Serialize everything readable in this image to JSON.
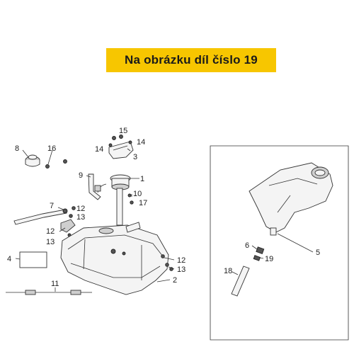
{
  "banner": {
    "text": "Na obrázku díl číslo 19",
    "color": "#f7c600"
  },
  "callouts": [
    {
      "id": "c15a",
      "text": "15"
    },
    {
      "id": "c14a",
      "text": "14"
    },
    {
      "id": "c14b",
      "text": "14"
    },
    {
      "id": "c3",
      "text": "3"
    },
    {
      "id": "c8",
      "text": "8"
    },
    {
      "id": "c16",
      "text": "16"
    },
    {
      "id": "c9",
      "text": "9"
    },
    {
      "id": "c1",
      "text": "1"
    },
    {
      "id": "c10",
      "text": "10"
    },
    {
      "id": "c17",
      "text": "17"
    },
    {
      "id": "c7",
      "text": "7"
    },
    {
      "id": "c12a",
      "text": "12"
    },
    {
      "id": "c13a",
      "text": "13"
    },
    {
      "id": "c12b",
      "text": "12"
    },
    {
      "id": "c13b",
      "text": "13"
    },
    {
      "id": "c4",
      "text": "4"
    },
    {
      "id": "c12c",
      "text": "12"
    },
    {
      "id": "c13c",
      "text": "13"
    },
    {
      "id": "c2",
      "text": "2"
    },
    {
      "id": "c11",
      "text": "11"
    },
    {
      "id": "c5",
      "text": "5"
    },
    {
      "id": "c6",
      "text": "6"
    },
    {
      "id": "c19",
      "text": "19"
    },
    {
      "id": "c18",
      "text": "18"
    }
  ]
}
